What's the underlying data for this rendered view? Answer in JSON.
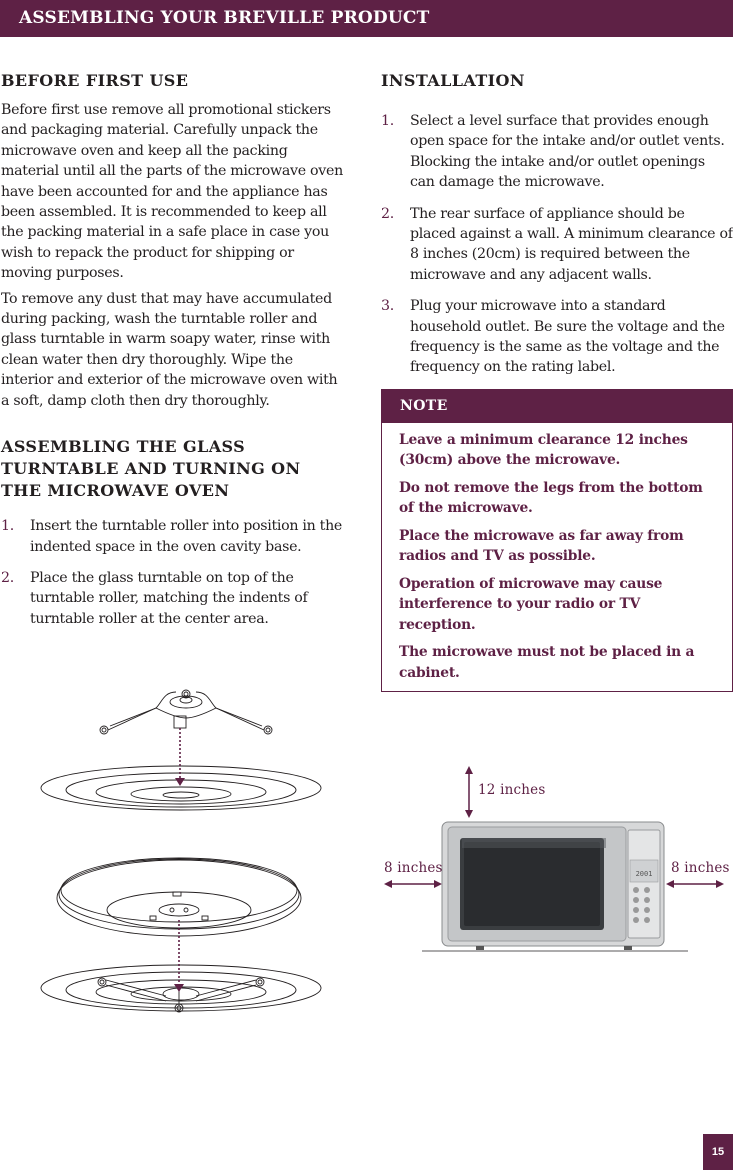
{
  "header": {
    "title": "ASSEMBLING YOUR BREVILLE PRODUCT"
  },
  "before_first_use": {
    "heading": "BEFORE FIRST USE",
    "paragraphs": [
      "Before first use remove all promotional stickers and packaging material. Carefully unpack the microwave oven and keep all the packing material until all the parts of the microwave oven have been accounted for and the appliance has been assembled. It is recommended to keep all the packing material in a safe place in case you wish to repack the product for shipping or moving purposes.",
      "To remove any dust that may have accumulated during packing, wash the turntable roller and glass turntable in warm soapy water, rinse with clean water then dry thoroughly. Wipe the interior and exterior of the microwave oven with a soft, damp cloth then dry thoroughly."
    ]
  },
  "assembling": {
    "heading_lines": [
      "ASSEMBLING THE GLASS",
      "TURNTABLE AND TURNING ON",
      "THE MICROWAVE OVEN"
    ],
    "steps": [
      {
        "num": "1.",
        "text": "Insert the turntable roller into position in the indented space in the oven cavity base."
      },
      {
        "num": "2.",
        "text": "Place the glass turntable on top of the turntable roller, matching the indents of turntable roller at the center area."
      }
    ]
  },
  "installation": {
    "heading": "INSTALLATION",
    "steps": [
      {
        "num": "1.",
        "text": "Select a level surface that provides enough open space for the intake and/or outlet vents. Blocking the intake and/or outlet openings can damage the microwave."
      },
      {
        "num": "2.",
        "text": "The rear surface of appliance should be placed against a wall. A minimum clearance of 8 inches (20cm) is required between the microwave and any adjacent walls."
      },
      {
        "num": "3.",
        "text": "Plug your microwave into a standard household outlet. Be sure the voltage and the frequency is the same as the voltage and the frequency on the rating label."
      }
    ]
  },
  "note": {
    "heading": "NOTE",
    "items": [
      "Leave a minimum clearance 12 inches (30cm) above the microwave.",
      "Do not remove the legs from the bottom of the microwave.",
      "Place the microwave as far away from radios and TV as possible.",
      "Operation of microwave may cause interference to your radio or TV reception.",
      "The microwave must not be placed in a cabinet."
    ]
  },
  "clearance_diagram": {
    "top_label": "12 inches",
    "left_label": "8 inches",
    "right_label": "8 inches",
    "display_readout": "2001",
    "accent_color": "#5e2145"
  },
  "page_number": "15"
}
